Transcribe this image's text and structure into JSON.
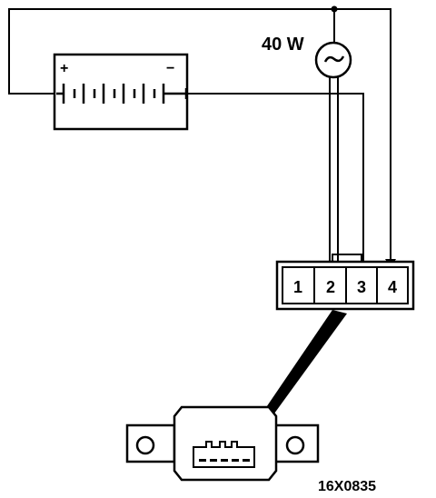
{
  "lamp": {
    "label": "40 W"
  },
  "battery": {
    "positive_symbol": "+",
    "negative_symbol": "−"
  },
  "connector": {
    "pins": [
      "1",
      "2",
      "3",
      "4"
    ]
  },
  "figure_code": "16X0835"
}
